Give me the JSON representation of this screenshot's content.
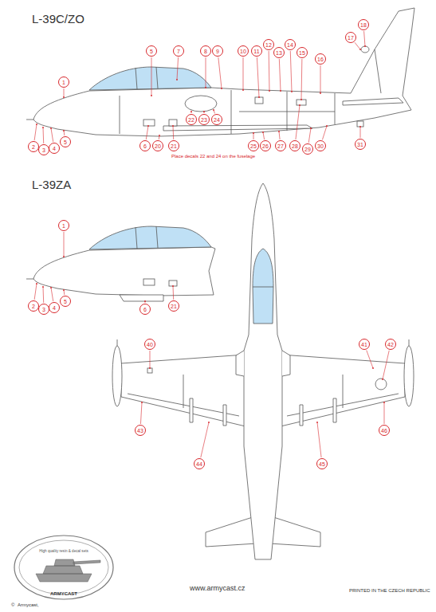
{
  "diagram": {
    "labels": [
      "L-39C/ZO",
      "L-39ZA",
      "1",
      "5",
      "7",
      "8",
      "9",
      "10",
      "11",
      "12",
      "13",
      "14",
      "15",
      "16",
      "17",
      "18",
      "2",
      "3",
      "4",
      "5",
      "6",
      "20",
      "21",
      "22",
      "23",
      "24",
      "25",
      "26",
      "27",
      "28",
      "29",
      "30",
      "31",
      "Place decals 22 and 24 on the fuselage",
      "1",
      "2",
      "3",
      "4",
      "5",
      "6",
      "21",
      "40",
      "41",
      "42",
      "43",
      "44",
      "45",
      "46",
      "High quality resin & decal sets",
      "ARMYCAST",
      "©",
      "Armycast,",
      "www.armycast.cz",
      "PRINTED IN THE CZECH REPUBLIC"
    ]
  }
}
